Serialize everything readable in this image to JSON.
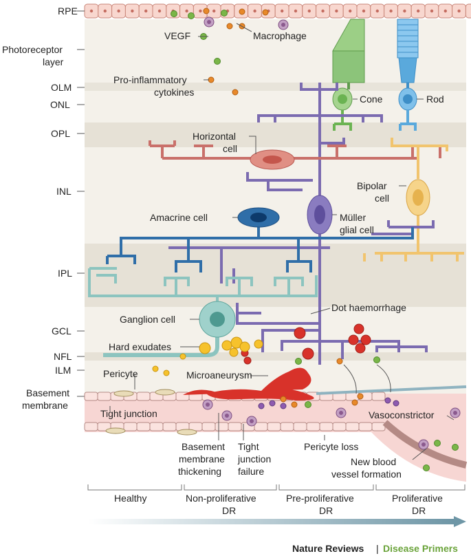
{
  "layers": {
    "rpe": "RPE",
    "photoreceptor_1": "Photoreceptor",
    "photoreceptor_2": "layer",
    "olm": "OLM",
    "onl": "ONL",
    "opl": "OPL",
    "inl": "INL",
    "ipl": "IPL",
    "gcl": "GCL",
    "nfl": "NFL",
    "ilm": "ILM",
    "basement_1": "Basement",
    "basement_2": "membrane"
  },
  "labels": {
    "vegf": "VEGF",
    "macrophage": "Macrophage",
    "proinflammatory_1": "Pro-inflammatory",
    "proinflammatory_2": "cytokines",
    "cone": "Cone",
    "rod": "Rod",
    "horizontal_1": "Horizontal",
    "horizontal_2": "cell",
    "bipolar_1": "Bipolar",
    "bipolar_2": "cell",
    "amacrine": "Amacrine cell",
    "muller_1": "Müller",
    "muller_2": "glial cell",
    "ganglion": "Ganglion cell",
    "dot_haemorrhage": "Dot haemorrhage",
    "hard_exudates": "Hard exudates",
    "pericyte": "Pericyte",
    "microaneurysm": "Microaneurysm",
    "tight_junction": "Tight junction",
    "vasoconstrictor": "Vasoconstrictor",
    "bm_thick_1": "Basement",
    "bm_thick_2": "membrane",
    "bm_thick_3": "thickening",
    "tj_fail_1": "Tight",
    "tj_fail_2": "junction",
    "tj_fail_3": "failure",
    "pericyte_loss": "Pericyte loss",
    "new_vessel_1": "New blood",
    "new_vessel_2": "vessel formation"
  },
  "stages": {
    "healthy": "Healthy",
    "npdr_1": "Non-proliferative",
    "npdr_2": "DR",
    "ppdr_1": "Pre-proliferative",
    "ppdr_2": "DR",
    "pdr_1": "Proliferative",
    "pdr_2": "DR"
  },
  "credit": {
    "journal": "Nature Reviews",
    "separator": "|",
    "series": "Disease Primers"
  },
  "colors": {
    "muller": "#7b6bb0",
    "horizontal": "#c9706a",
    "amacrine": "#2f6ea8",
    "ganglion": "#8cc4bf",
    "bipolar": "#f1c46e",
    "cone": "#8cc47a",
    "rod": "#5aa9dc",
    "blood": "#d8322a",
    "exudate": "#f6c22c",
    "vegf": "#7ab648",
    "cytokine": "#e8892a",
    "credit_series": "#6aa33a"
  }
}
